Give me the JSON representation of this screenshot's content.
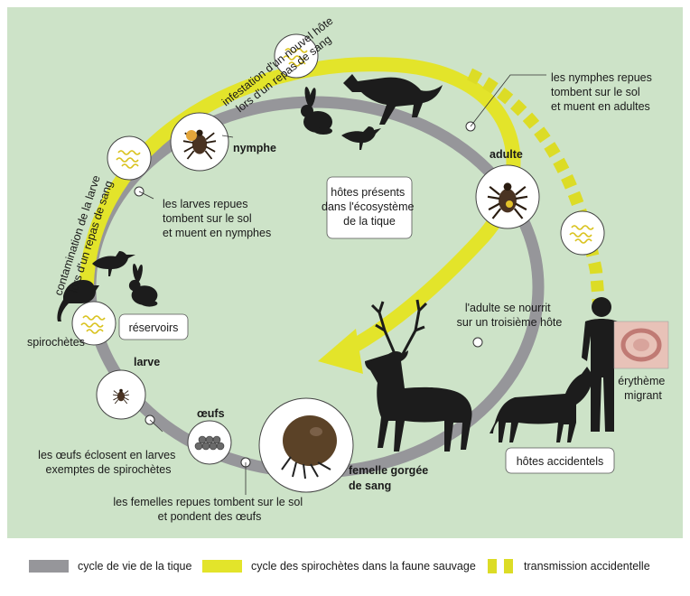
{
  "stages": {
    "nymphe": "nymphe",
    "adulte": "adulte",
    "larve": "larve",
    "oeufs": "œufs",
    "femelle_line1": "femelle gorgée",
    "femelle_line2": "de sang"
  },
  "center_box": [
    "hôtes présents",
    "dans l'écosystème",
    "de la tique"
  ],
  "boxes": {
    "reservoirs": "réservoirs",
    "hotes_accidentels": "hôtes accidentels"
  },
  "labels": {
    "spirochetes": "spirochètes",
    "infestation": [
      "infestation d'un nouvel hôte",
      "lors d'un repas de sang"
    ],
    "contamination": [
      "contamination de la larve",
      "lors d'un repas de sang"
    ],
    "nymphes_repues": [
      "les nymphes repues",
      "tombent sur le sol",
      "et muent en adultes"
    ],
    "larves_repues": [
      "les larves repues",
      "tombent sur le sol",
      "et muent en nymphes"
    ],
    "adulte_nourrit": [
      "l'adulte se nourrit",
      "sur un troisième hôte"
    ],
    "oeufs_eclosent": [
      "les œufs éclosent en larves",
      "exemptes  de spirochètes"
    ],
    "femelles_repues": [
      "les femelles repues tombent sur le sol",
      "et pondent des œufs"
    ],
    "erytheme": [
      "érythème",
      "migrant"
    ]
  },
  "legend": {
    "tick_cycle": "cycle de vie de la tique",
    "spiro_cycle": "cycle des spirochètes dans la faune sauvage",
    "accidental": "transmission accidentelle"
  },
  "colors": {
    "background": "#cde3c8",
    "tick_cycle": "#96969a",
    "spiro_cycle": "#e3e42a",
    "accidental": "#dcdc26",
    "silhouette": "#1c1c1c",
    "engorged_tick": "#5b4227"
  },
  "icons": [
    "spirochete-icon",
    "tick-nymph-icon",
    "tick-adult-icon",
    "tick-larva-icon",
    "eggs-icon",
    "engorged-female-tick-icon",
    "fox-icon",
    "rabbit-icon",
    "bird-icon",
    "mouse-icon",
    "deer-icon",
    "dog-icon",
    "human-icon",
    "skin-rash-icon",
    "arrow-icon"
  ]
}
